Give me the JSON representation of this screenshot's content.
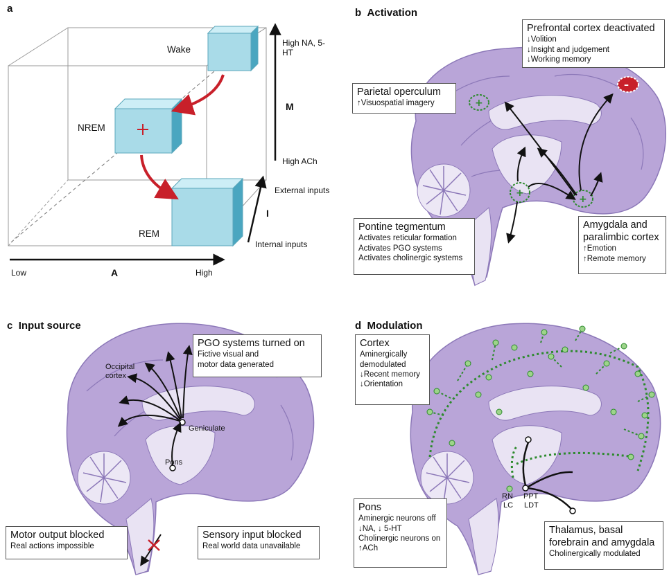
{
  "panels": {
    "a": {
      "letter": "a",
      "states": {
        "wake": "Wake",
        "nrem": "NREM",
        "rem": "REM"
      },
      "m_axis": {
        "top": "High NA, 5-HT",
        "letter": "M",
        "bottom": "High ACh"
      },
      "i_axis": {
        "top": "External inputs",
        "letter": "I",
        "bottom": "Internal inputs"
      },
      "a_axis": {
        "low": "Low",
        "letter": "A",
        "high": "High"
      }
    },
    "b": {
      "letter": "b",
      "title": "Activation",
      "prefrontal": {
        "title": "Prefrontal cortex deactivated",
        "lines": [
          "↓Volition",
          "↓Insight and judgement",
          "↓Working memory"
        ]
      },
      "parietal": {
        "title": "Parietal operculum",
        "lines": [
          "↑Visuospatial imagery"
        ]
      },
      "pontine": {
        "title": "Pontine tegmentum",
        "lines": [
          "Activates reticular formation",
          "Activates PGO systems",
          "Activates cholinergic systems"
        ]
      },
      "amygdala": {
        "title": "Amygdala and",
        "title2": "paralimbic cortex",
        "lines": [
          "↑Emotion",
          "↑Remote memory"
        ]
      }
    },
    "c": {
      "letter": "c",
      "title": "Input source",
      "pgo": {
        "title": "PGO systems turned on",
        "lines": [
          "Fictive visual and",
          "motor data generated"
        ]
      },
      "occipital": "Occipital",
      "cortex": "cortex",
      "geniculate": "Geniculate",
      "pons": "Pons",
      "motor": {
        "title": "Motor output blocked",
        "lines": [
          "Real actions impossible"
        ]
      },
      "sensory": {
        "title": "Sensory input blocked",
        "lines": [
          "Real world data unavailable"
        ]
      }
    },
    "d": {
      "letter": "d",
      "title": "Modulation",
      "cortex": {
        "title": "Cortex",
        "lines": [
          "Aminergically",
          "demodulated",
          "↓Recent memory",
          "↓Orientation"
        ]
      },
      "pons": {
        "title": "Pons",
        "lines": [
          "Aminergic neurons off",
          "↓NA, ↓ 5-HT",
          "Cholinergic neurons on",
          "↑ACh"
        ]
      },
      "thalamus": {
        "title": "Thalamus, basal",
        "title2": "forebrain and amygdala",
        "lines": [
          "Cholinergically modulated"
        ]
      },
      "rn": "RN",
      "lc": "LC",
      "ppt": "PPT",
      "ldt": "LDT"
    }
  },
  "colors": {
    "brain": "#b9a5d8",
    "brain_dark": "#8c78b8",
    "cube": "#a9dbe8",
    "arrow_red": "#c8202a",
    "green": "#2d8a2d"
  }
}
